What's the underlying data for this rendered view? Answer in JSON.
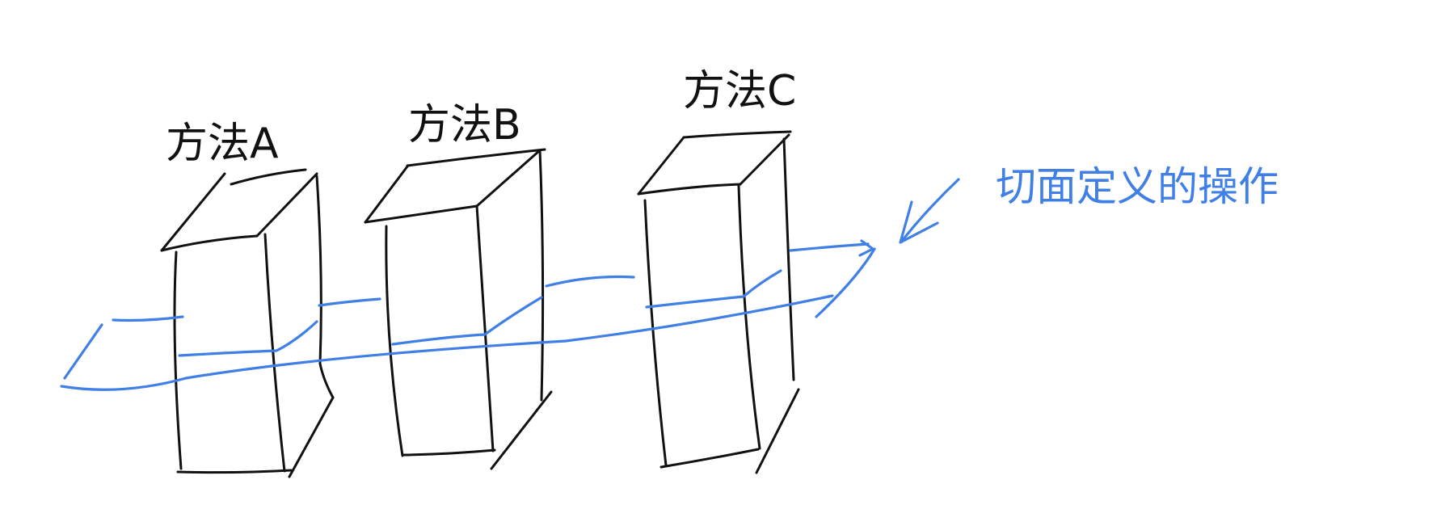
{
  "labels": {
    "method_a": "方法A",
    "method_b": "方法B",
    "method_c": "方法C",
    "aspect_note": "切面定义的操作"
  },
  "colors": {
    "ink": "#111111",
    "aspect": "#3f7fe6",
    "background": "#ffffff"
  }
}
